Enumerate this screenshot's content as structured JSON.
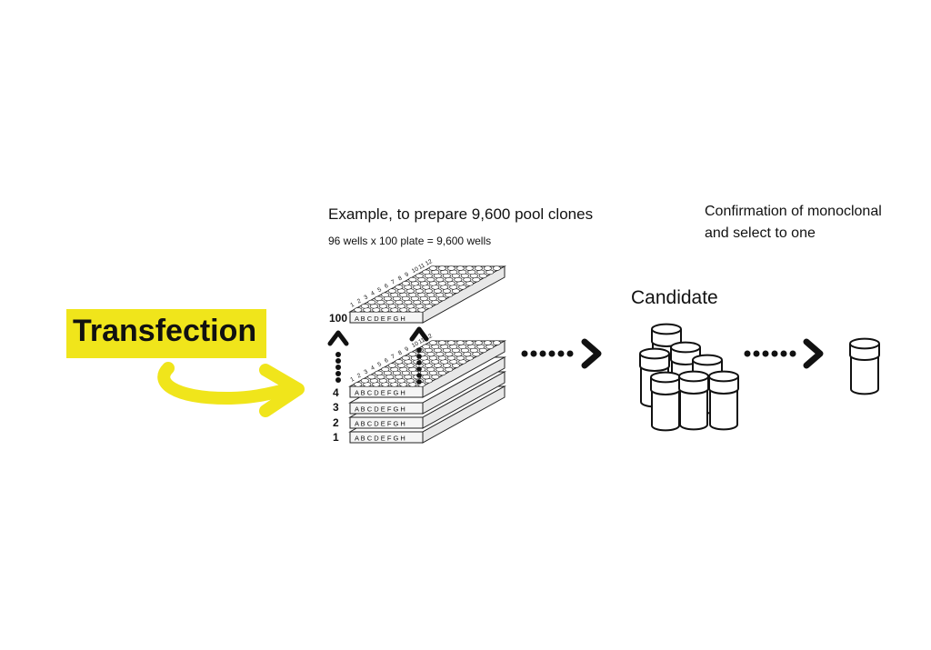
{
  "transfection": {
    "label": "Transfection",
    "color": "#f0e51b"
  },
  "example": {
    "heading": "Example, to prepare 9,600 pool clones",
    "subheading": "96 wells x 100 plate = 9,600 wells"
  },
  "plates": {
    "numbers": [
      "100",
      "4",
      "3",
      "2",
      "1"
    ],
    "row_letters": "A B C D E F G H",
    "column_numbers": [
      "1",
      "2",
      "3",
      "4",
      "5",
      "6",
      "7",
      "8",
      "9",
      "10",
      "11",
      "12"
    ]
  },
  "candidate": {
    "label": "Candidate"
  },
  "confirmation": {
    "line1": "Confirmation of monoclonal",
    "line2": "and select to one"
  }
}
